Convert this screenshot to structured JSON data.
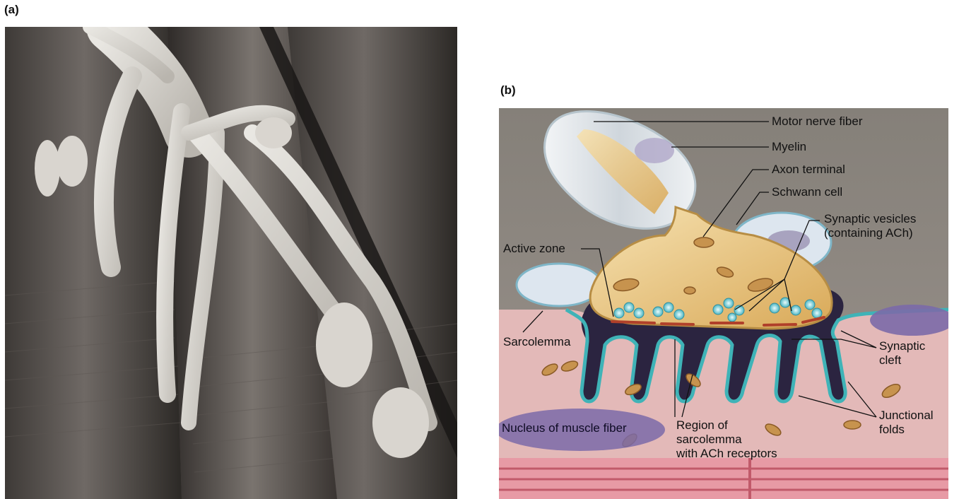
{
  "panels": {
    "a": {
      "label": "(a)"
    },
    "b": {
      "label": "(b)"
    }
  },
  "labels": {
    "motor_nerve_fiber": "Motor nerve fiber",
    "myelin": "Myelin",
    "axon_terminal": "Axon terminal",
    "schwann_cell": "Schwann cell",
    "synaptic_vesicles": "Synaptic vesicles\n(containing ACh)",
    "active_zone": "Active zone",
    "sarcolemma": "Sarcolemma",
    "synaptic_cleft": "Synaptic\ncleft",
    "junctional_folds": "Junctional\nfolds",
    "nucleus": "Nucleus of muscle fiber",
    "region_receptors": "Region of\nsarcolemma\nwith ACh receptors"
  },
  "colors": {
    "sarcoplasm": "#e3b9b8",
    "cleft": "#2b2440",
    "sarcolemma_line": "#3fb3b7",
    "axon_terminal": "#f1d8a5",
    "background_gray": "#8f8a86",
    "schwann": "#dde6ef",
    "nucleus": "#7b6aa8",
    "active_zone": "#b0402a",
    "myofibril": "#c15a6a"
  }
}
